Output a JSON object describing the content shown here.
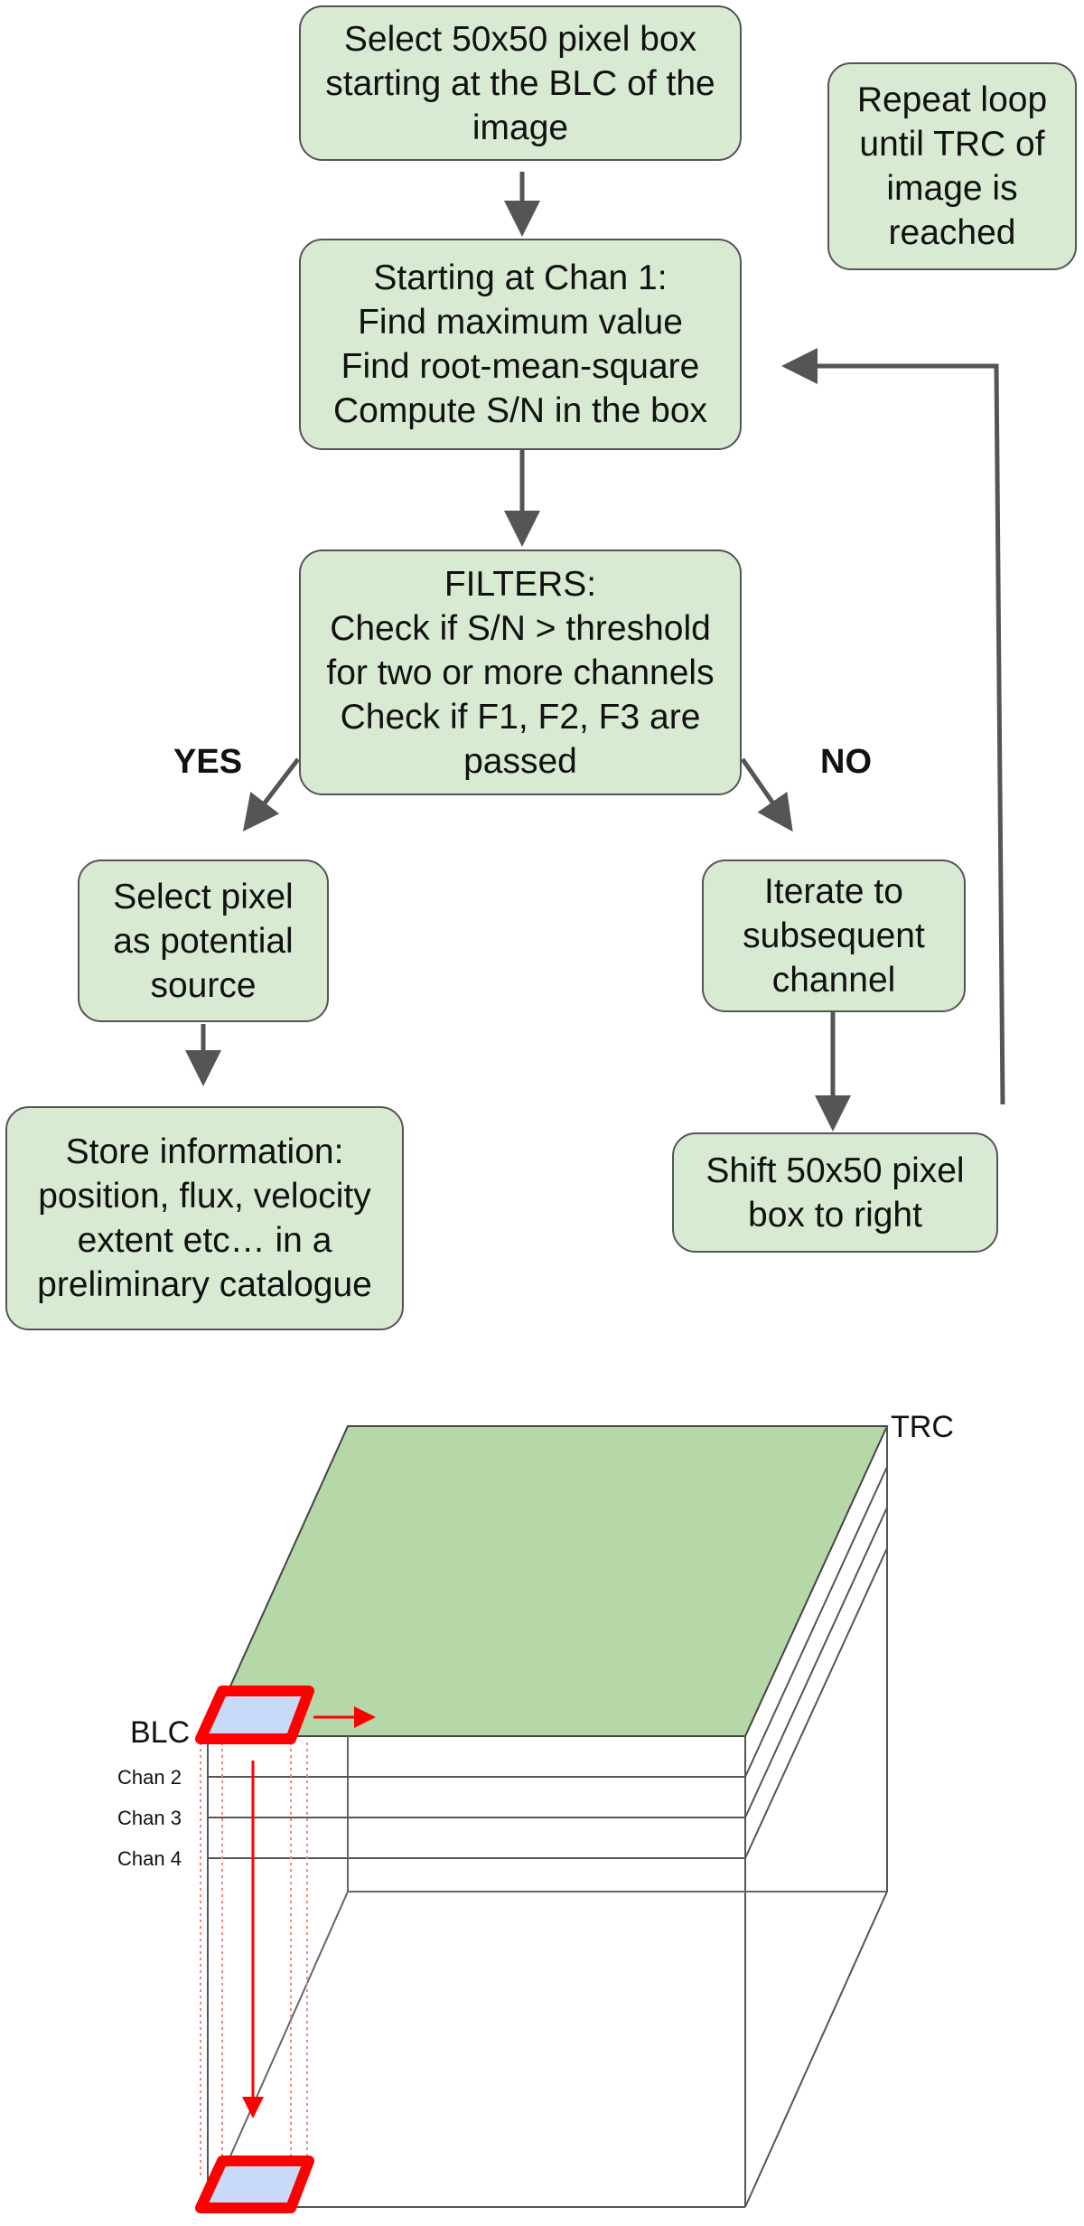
{
  "flowchart": {
    "select_box": [
      "Select 50x50 pixel box",
      "starting at the BLC of the",
      "image"
    ],
    "repeat_note": [
      "Repeat loop",
      "until TRC of",
      "image is",
      "reached"
    ],
    "compute": [
      "Starting at Chan 1:",
      "Find maximum value",
      "Find root-mean-square",
      "Compute S/N in the box"
    ],
    "filters": [
      "FILTERS:",
      "Check if S/N > threshold",
      "for two or more channels",
      "Check if F1, F2, F3 are",
      "passed"
    ],
    "yes_label": "YES",
    "no_label": "NO",
    "select_pixel": [
      "Select pixel",
      "as potential",
      "source"
    ],
    "iterate": [
      "Iterate to",
      "subsequent",
      "channel"
    ],
    "store_info": [
      "Store information:",
      "position, flux, velocity",
      "extent etc… in a",
      "preliminary catalogue"
    ],
    "shift_box": [
      "Shift 50x50 pixel",
      "box to right"
    ]
  },
  "cube": {
    "trc_label": "TRC",
    "blc_label": "BLC",
    "channel_labels": [
      "Chan 2",
      "Chan 3",
      "Chan 4"
    ]
  },
  "colors": {
    "box_fill": "#d9ead3",
    "top_face": "#b6d7a8",
    "pixel_box": "#c9daf8",
    "highlight": "#ff0000",
    "arrow": "#555555"
  }
}
